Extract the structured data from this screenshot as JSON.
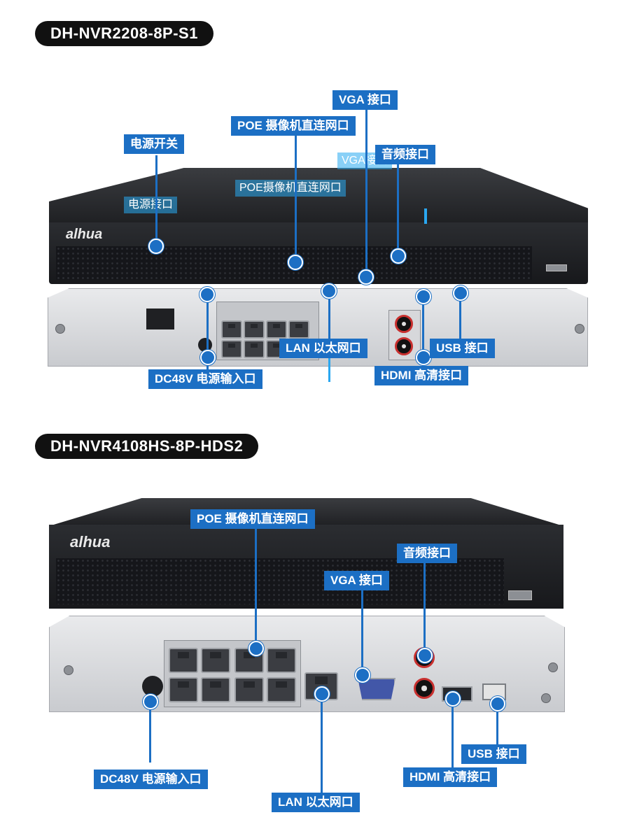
{
  "models": {
    "top": "DH-NVR2208-8P-S1",
    "bottom": "DH-NVR4108HS-8P-HDS2"
  },
  "brand": "alhua",
  "labels_top": {
    "vga": "VGA 接口",
    "poe": "POE 摄像机直连网口",
    "power_switch": "电源开关",
    "audio": "音频接口",
    "lan": "LAN 以太网口",
    "usb": "USB 接口",
    "dc": "DC48V 电源输入口",
    "hdmi": "HDMI 高清接口"
  },
  "ghost_labels_top": {
    "vga": "VGA接口",
    "poe": "POE摄像机直连网口",
    "power": "电源接口"
  },
  "labels_bottom": {
    "poe": "POE 摄像机直连网口",
    "audio": "音频接口",
    "vga": "VGA 接口",
    "usb": "USB 接口",
    "dc": "DC48V 电源输入口",
    "hdmi": "HDMI 高清接口",
    "lan": "LAN 以太网口"
  },
  "colors": {
    "accent": "#1c6fc4",
    "pill": "#111111",
    "device": "#1f2023"
  }
}
